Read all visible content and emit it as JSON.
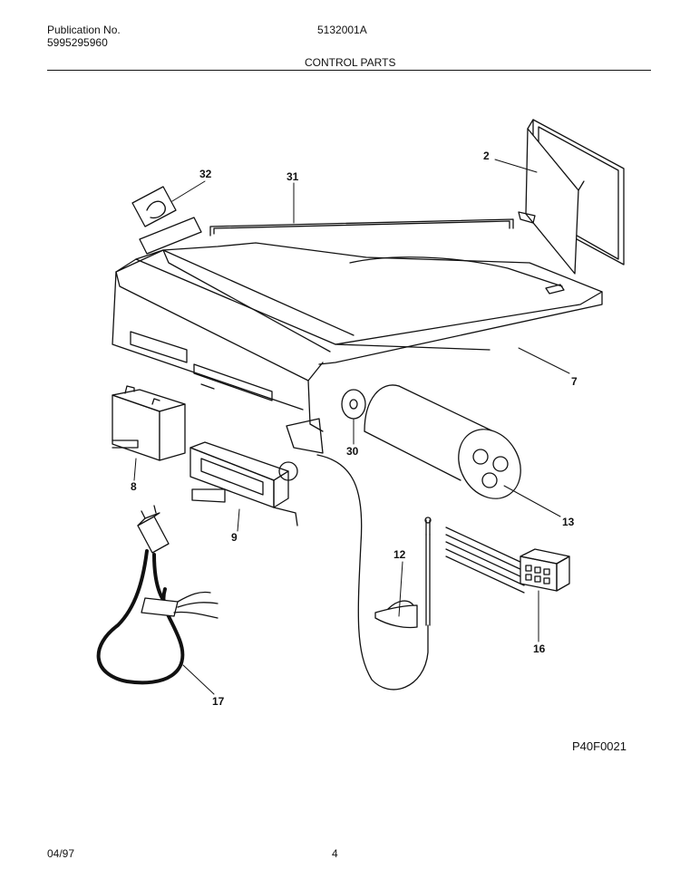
{
  "header": {
    "publication_label": "Publication No.",
    "publication_number": "5995295960",
    "model": "5132001A",
    "section_title": "CONTROL PARTS"
  },
  "diagram": {
    "callouts": [
      {
        "id": "c2",
        "label": "2"
      },
      {
        "id": "c32",
        "label": "32"
      },
      {
        "id": "c31",
        "label": "31"
      },
      {
        "id": "c7",
        "label": "7"
      },
      {
        "id": "c30",
        "label": "30"
      },
      {
        "id": "c8",
        "label": "8"
      },
      {
        "id": "c13",
        "label": "13"
      },
      {
        "id": "c9",
        "label": "9"
      },
      {
        "id": "c12",
        "label": "12"
      },
      {
        "id": "c16",
        "label": "16"
      },
      {
        "id": "c17",
        "label": "17"
      }
    ],
    "figure_code": "P40F0021"
  },
  "footer": {
    "date": "04/97",
    "page": "4"
  }
}
